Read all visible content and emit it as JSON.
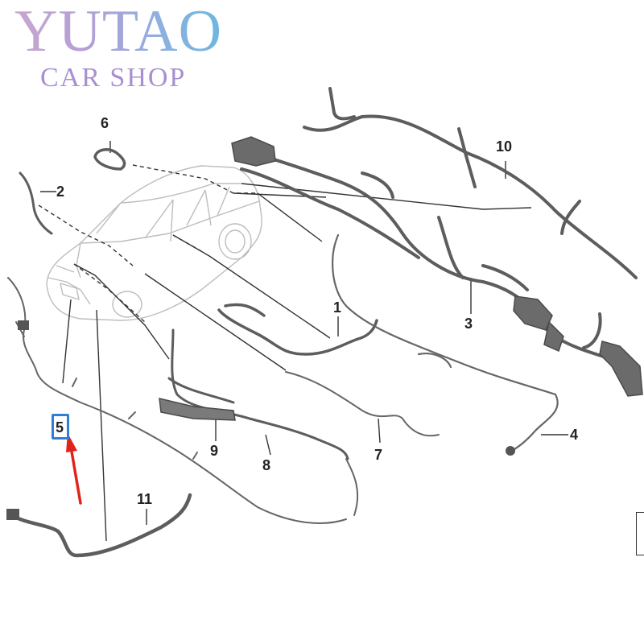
{
  "brand": {
    "name": "YUTAO",
    "tagline": "CAR SHOP"
  },
  "diagram": {
    "callouts": [
      {
        "id": "1",
        "label": "1"
      },
      {
        "id": "2",
        "label": "2"
      },
      {
        "id": "3",
        "label": "3"
      },
      {
        "id": "4",
        "label": "4"
      },
      {
        "id": "5",
        "label": "5"
      },
      {
        "id": "6",
        "label": "6"
      },
      {
        "id": "7",
        "label": "7"
      },
      {
        "id": "8",
        "label": "8"
      },
      {
        "id": "9",
        "label": "9"
      },
      {
        "id": "10",
        "label": "10"
      },
      {
        "id": "11",
        "label": "11"
      }
    ],
    "highlighted_callout": "5",
    "colors": {
      "harness": "#5d5d5d",
      "harness_fill": "#7a7a7a",
      "car_outline": "#bdbdbd",
      "leader": "#333333",
      "highlight": "#2f7fd8",
      "arrow": "#e0241c"
    }
  }
}
